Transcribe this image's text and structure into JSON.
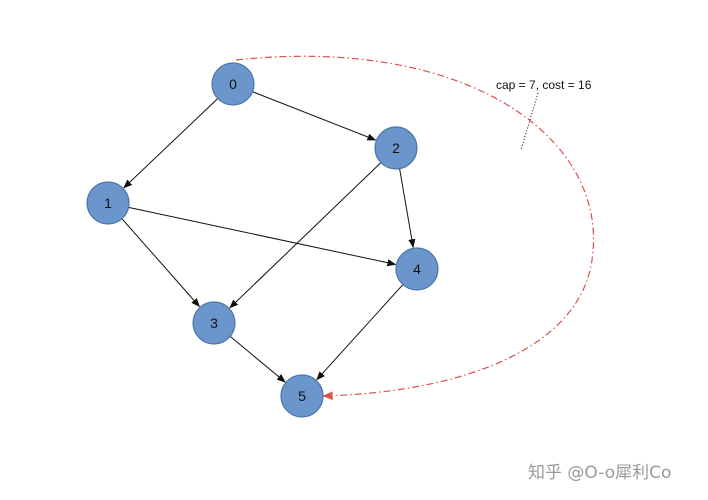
{
  "diagram": {
    "nodes": [
      {
        "id": "0",
        "label": "0"
      },
      {
        "id": "1",
        "label": "1"
      },
      {
        "id": "2",
        "label": "2"
      },
      {
        "id": "3",
        "label": "3"
      },
      {
        "id": "4",
        "label": "4"
      },
      {
        "id": "5",
        "label": "5"
      }
    ],
    "edges": [
      {
        "from": "0",
        "to": "1"
      },
      {
        "from": "0",
        "to": "2"
      },
      {
        "from": "1",
        "to": "3"
      },
      {
        "from": "1",
        "to": "4"
      },
      {
        "from": "2",
        "to": "3"
      },
      {
        "from": "2",
        "to": "4"
      },
      {
        "from": "3",
        "to": "5"
      },
      {
        "from": "4",
        "to": "5"
      }
    ],
    "highlight_edge": {
      "from": "0",
      "to": "5",
      "label": "cap = 7, cost = 16"
    }
  },
  "watermark": "知乎 @O-o犀利Co",
  "colors": {
    "node_fill": "#6b96cc",
    "node_stroke": "#4d77aa",
    "edge": "#111111",
    "highlight_edge": "#d9534f"
  }
}
